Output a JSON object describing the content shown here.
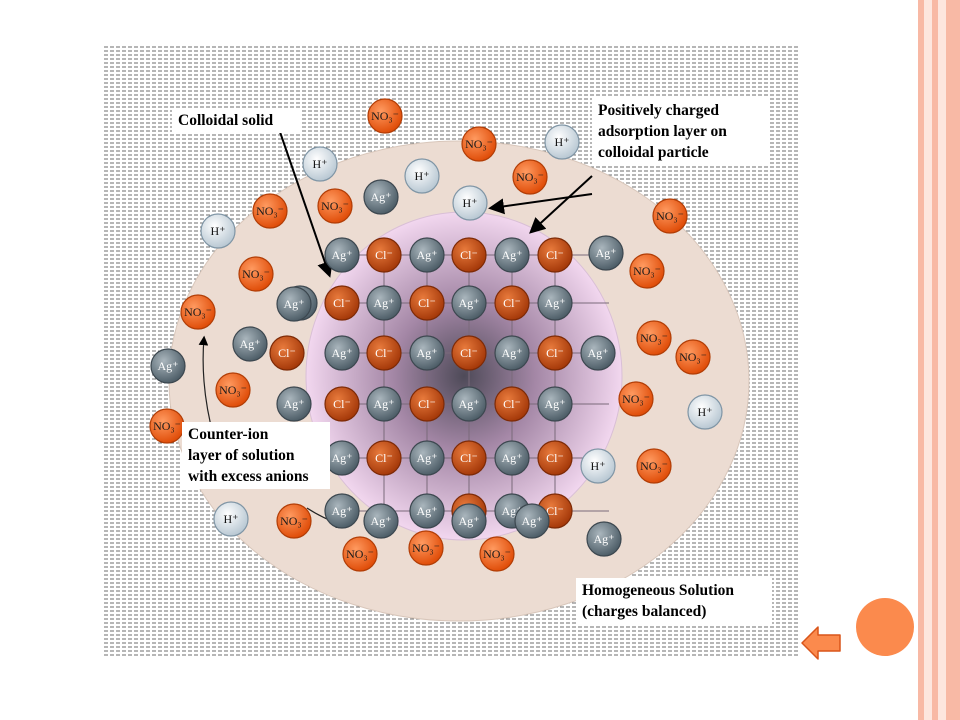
{
  "colors": {
    "frame_outer": "#f8b9a5",
    "frame_inner": "#fde6de",
    "accent_orange": "#fb8a4d",
    "no3_fill": "#e85510",
    "cl_fill": "#c54b12",
    "ag_fill": "#5f6f79",
    "h_fill": "#e4eaef",
    "outer_layer": "#ecdcd2",
    "core_fill": "#f2d7ef"
  },
  "ion_labels": {
    "ag": "Ag⁺",
    "cl": "Cl⁻",
    "no3": "NO₃⁻",
    "h": "H⁺"
  },
  "callouts": {
    "colloidal_solid": "Colloidal solid",
    "adsorption_layer": [
      "Positively charged",
      "adsorption layer on",
      "colloidal particle"
    ],
    "counter_ion_layer": [
      "Counter-ion",
      "layer of solution",
      "with excess anions"
    ],
    "homogeneous_solution": [
      "Homogeneous Solution",
      "(charges balanced)"
    ]
  },
  "icons": {
    "nav_circle": "orange-circle-icon",
    "back_arrow": "left-arrow-icon"
  }
}
